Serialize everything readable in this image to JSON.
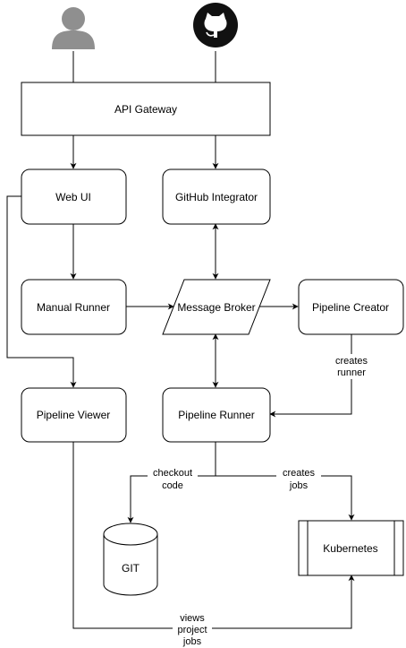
{
  "nodes": {
    "api_gateway": "API Gateway",
    "web_ui": "Web UI",
    "github_integrator": "GitHub Integrator",
    "manual_runner": "Manual Runner",
    "message_broker": "Message Broker",
    "pipeline_creator": "Pipeline Creator",
    "pipeline_viewer": "Pipeline Viewer",
    "pipeline_runner": "Pipeline Runner",
    "git": "GIT",
    "kubernetes": "Kubernetes"
  },
  "edge_labels": {
    "creates_runner": [
      "creates",
      "runner"
    ],
    "checkout_code": [
      "checkout",
      "code"
    ],
    "creates_jobs": [
      "creates",
      "jobs"
    ],
    "views_project_jobs": [
      "views",
      "project",
      "jobs"
    ]
  },
  "icons": {
    "user": "user-icon",
    "github": "github-icon"
  }
}
